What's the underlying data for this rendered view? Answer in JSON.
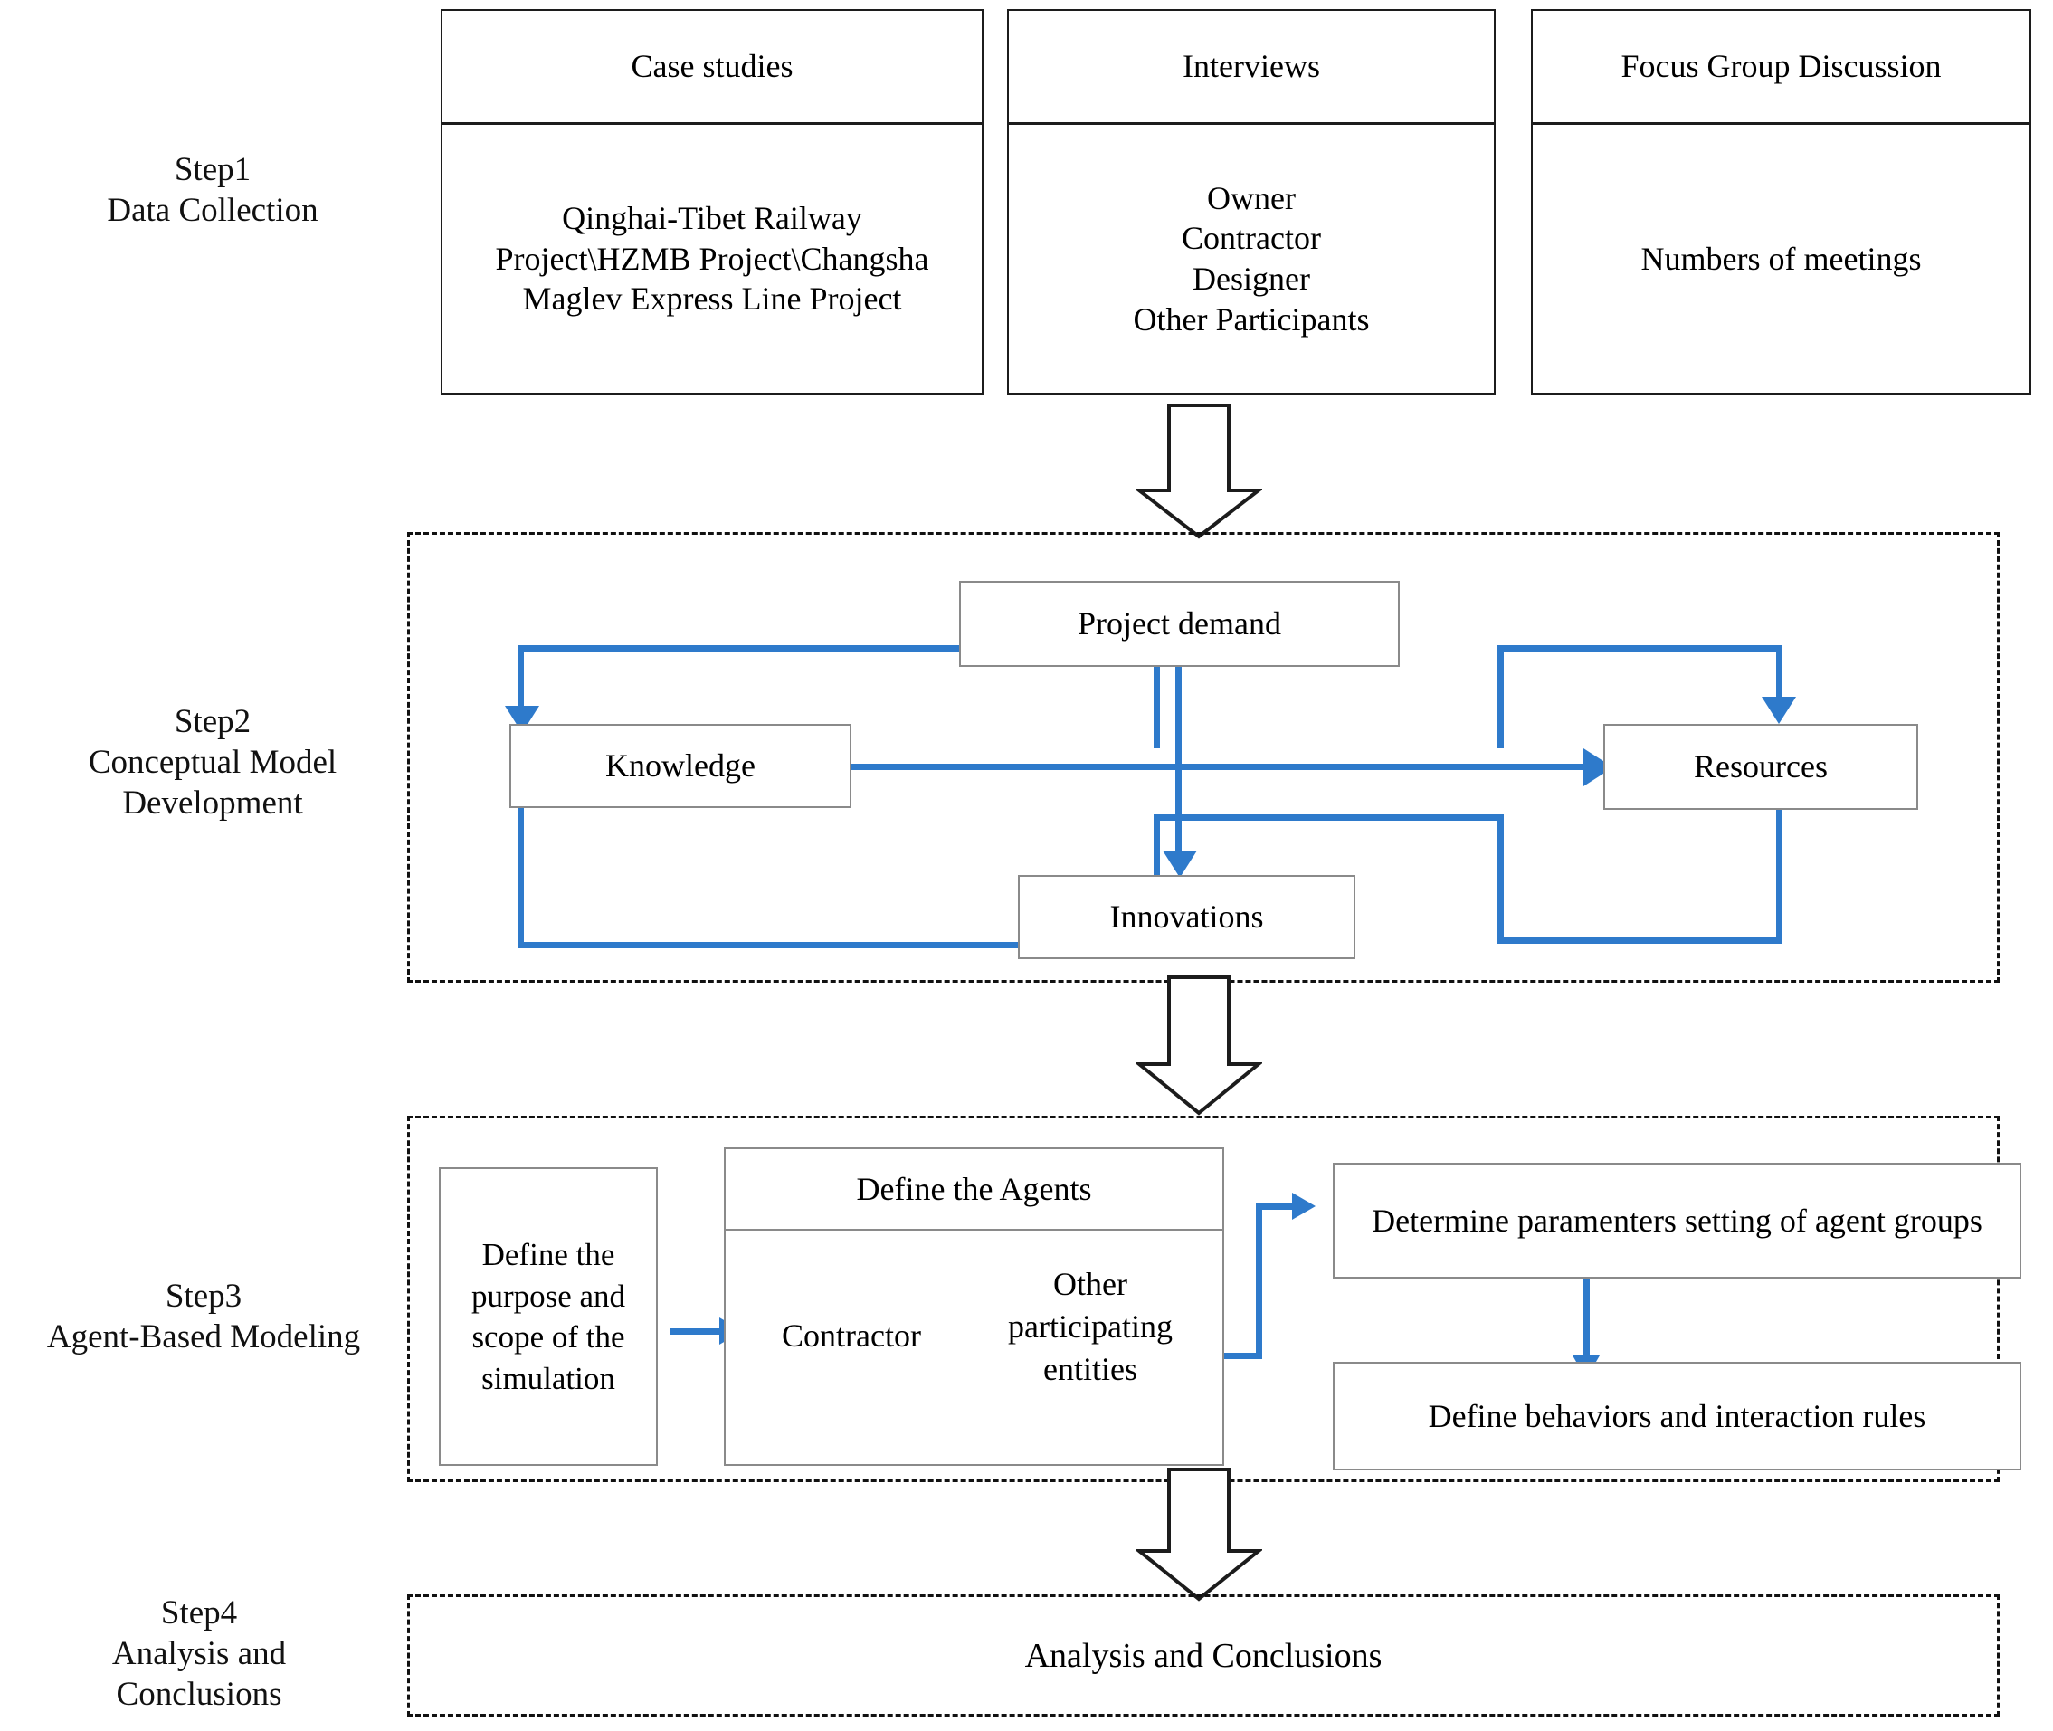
{
  "diagram": {
    "title": "Research framework flowchart",
    "accent_blue": "#2E7ACB",
    "line_black": "#1c1c1c"
  },
  "steps": [
    {
      "id": "step1",
      "label": "Step1\nData Collection"
    },
    {
      "id": "step2",
      "label": "Step2\nConceptual Model\nDevelopment"
    },
    {
      "id": "step3",
      "label": "Step3\nAgent-Based Modeling"
    },
    {
      "id": "step4",
      "label": "Step4\nAnalysis and\nConclusions"
    }
  ],
  "step1": {
    "columns": [
      {
        "header": "Case studies",
        "body": "Qinghai-Tibet Railway\nProject\\HZMB Project\\Changsha\nMaglev Express Line Project"
      },
      {
        "header": "Interviews",
        "body": "Owner\nContractor\nDesigner\nOther Participants"
      },
      {
        "header": "Focus Group Discussion",
        "body": "Numbers of meetings"
      }
    ]
  },
  "step2": {
    "nodes": {
      "project_demand": "Project demand",
      "knowledge": "Knowledge",
      "resources": "Resources",
      "innovations": "Innovations"
    }
  },
  "step3": {
    "nodes": {
      "purpose_scope": "Define the purpose and scope of the simulation",
      "define_agents_header": "Define the Agents",
      "agent_contractor": "Contractor",
      "agent_other": "Other participating entities",
      "determine_parameters": "Determine paramenters setting of agent groups",
      "define_behaviors": "Define behaviors and interaction rules"
    }
  },
  "step4": {
    "nodes": {
      "analysis": "Analysis and Conclusions"
    }
  },
  "icons": {
    "block_arrow_down": "block-arrow-down-icon",
    "arrow_head_down": "arrowhead-down-icon",
    "arrow_head_left": "arrowhead-left-icon",
    "arrow_head_right": "arrowhead-right-icon"
  }
}
